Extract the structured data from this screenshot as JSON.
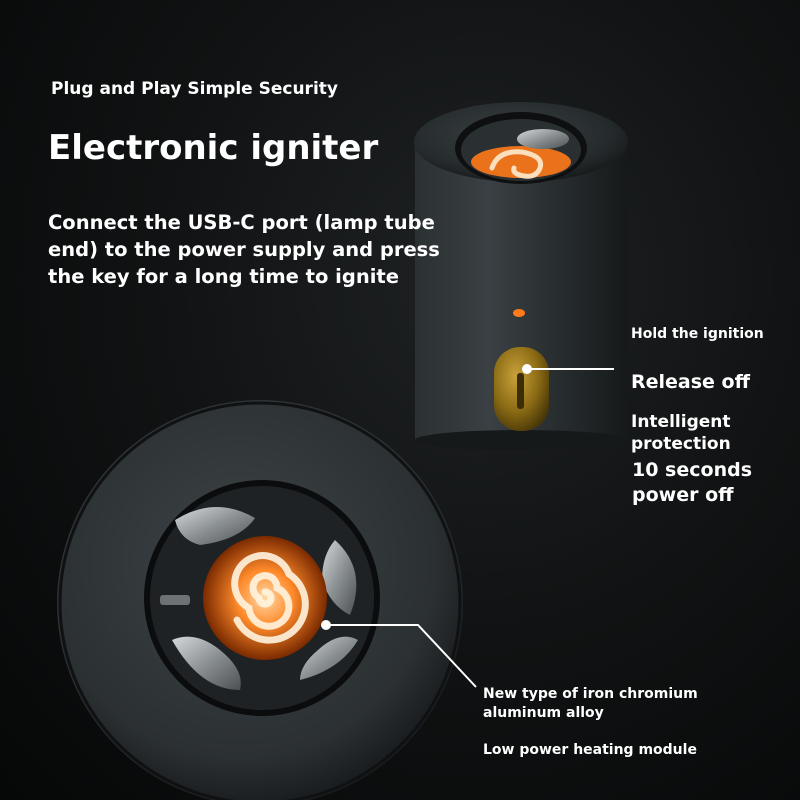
{
  "header": {
    "subtitle": "Plug and Play Simple Security",
    "title": "Electronic igniter",
    "description": "Connect the USB-C port (lamp tube end) to the power supply and press the key for a long time to ignite"
  },
  "callouts": {
    "hold_ignition": "Hold the ignition",
    "release_off": "Release off",
    "intelligent_protection": "Intelligent protection",
    "ten_seconds": "10 seconds power off",
    "alloy": "New type of iron chromium aluminum alloy",
    "heating_module": "Low power heating module"
  },
  "colors": {
    "background": "#111314",
    "body_dark": "#2a2e30",
    "coil_glow": "#ff7a1a",
    "button_amber": "#8a6a14",
    "text": "#ffffff"
  }
}
